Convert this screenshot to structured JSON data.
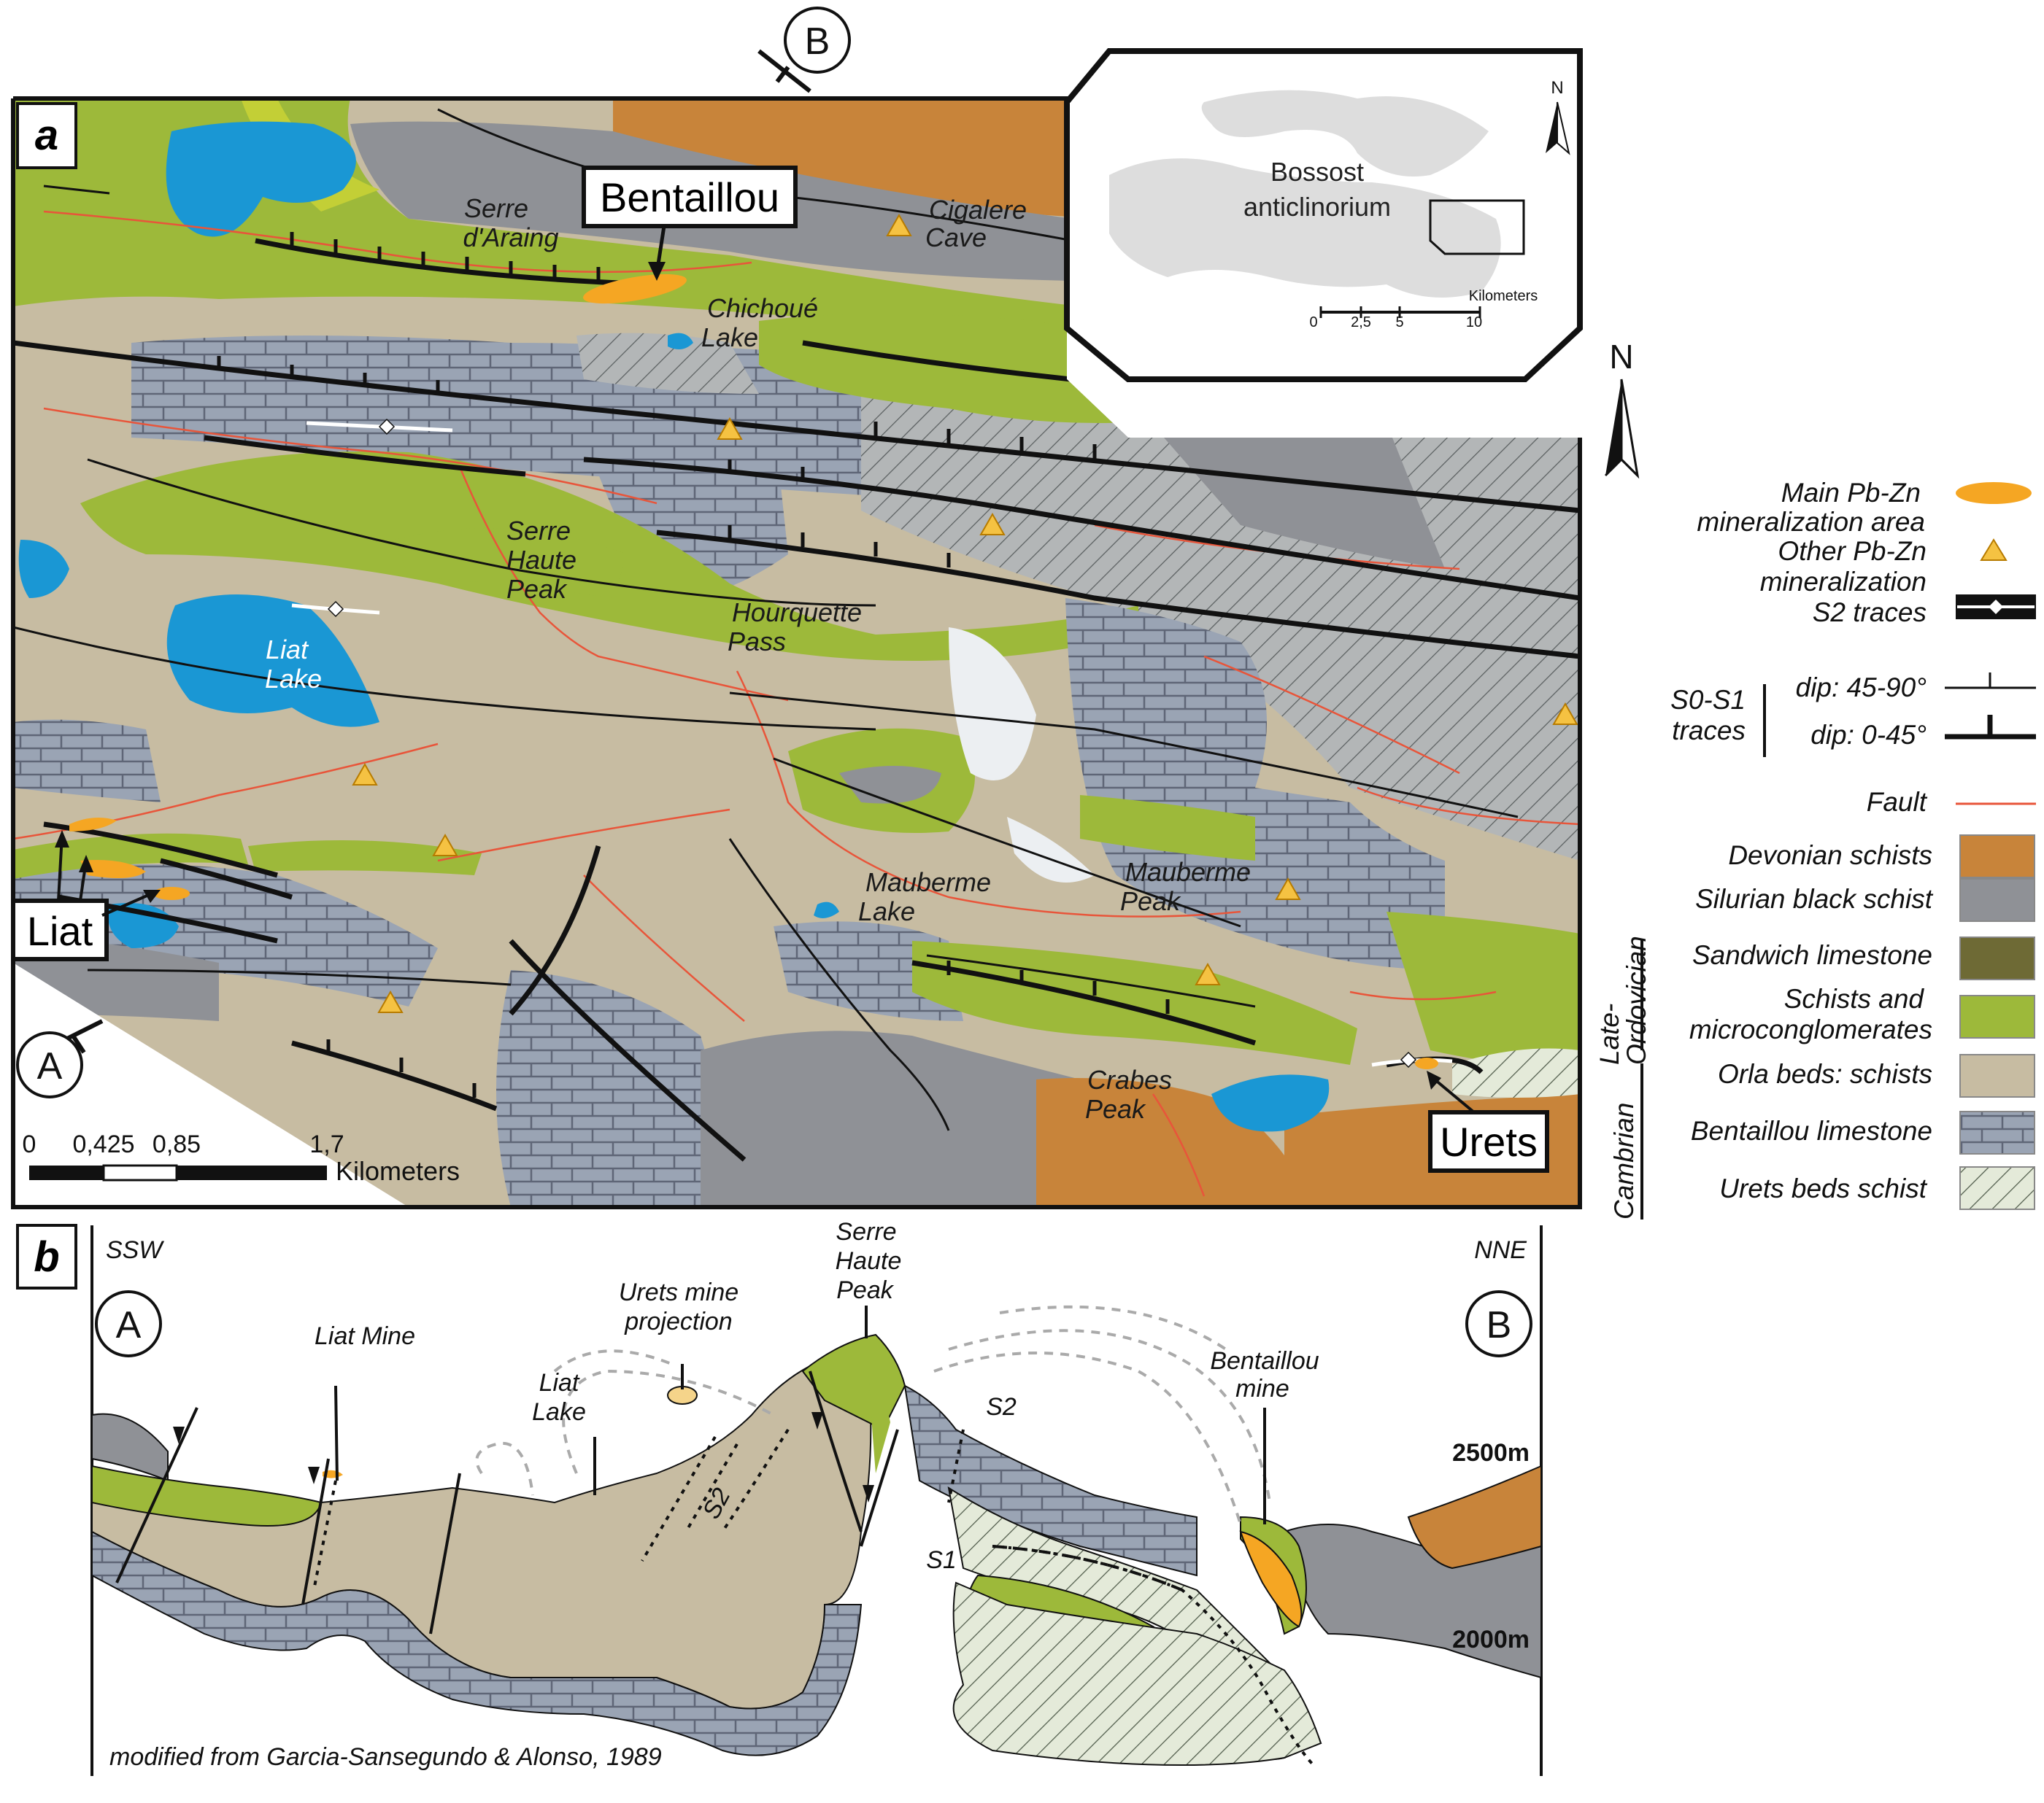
{
  "panel_a": {
    "panel_label": "a",
    "callouts": {
      "bentaillou": "Bentaillou",
      "liat": "Liat",
      "urets": "Urets"
    },
    "section_ends": {
      "a": "A",
      "b": "B"
    },
    "places": {
      "serre_araing": [
        "Serre",
        "d'Araing"
      ],
      "cigalere_cave": [
        "Cigalere",
        "Cave"
      ],
      "chichoue_lake": [
        "Chichoué",
        "Lake"
      ],
      "serre_haute_peak": [
        "Serre",
        "Haute",
        "Peak"
      ],
      "hourquette_pass": [
        "Hourquette",
        "Pass"
      ],
      "liat_lake": [
        "Liat",
        "Lake"
      ],
      "mauberme_lake": [
        "Mauberme",
        "Lake"
      ],
      "mauberme_peak": [
        "Mauberme",
        "Peak"
      ],
      "crabes_peak": [
        "Crabes",
        "Peak"
      ]
    },
    "scale_bar": {
      "ticks": [
        "0",
        "0,425",
        "0,85",
        "1,7"
      ],
      "unit": "Kilometers"
    },
    "north": "N",
    "inset": {
      "region_label": [
        "Bossost",
        "anticlinorium"
      ],
      "north": "N",
      "scale_unit": "Kilometers",
      "scale_ticks": [
        "0",
        "2,5",
        "5",
        "10"
      ]
    }
  },
  "legend": {
    "north": "N",
    "main_pbzn": [
      "Main Pb-Zn",
      "mineralization area"
    ],
    "other_pbzn": [
      "Other Pb-Zn",
      "mineralization"
    ],
    "s2_traces": "S2 traces",
    "s0s1": {
      "label": [
        "S0-S1",
        "traces"
      ],
      "steep": "dip: 45-90°",
      "shallow": "dip: 0-45°"
    },
    "fault": "Fault",
    "units": [
      {
        "label": [
          "Devonian schists"
        ],
        "color": "#c8843a"
      },
      {
        "label": [
          "Silurian black schist"
        ],
        "color": "#8f9196"
      },
      {
        "label": [
          "Sandwich limestone"
        ],
        "color": "#6e6a35"
      },
      {
        "label": [
          "Schists and",
          "microconglomerates"
        ],
        "color": "#9db93a"
      },
      {
        "label": [
          "Orla beds: schists"
        ],
        "color": "#c7bca2"
      },
      {
        "label": [
          "Bentaillou limestone"
        ],
        "color": "#9aa4b4"
      },
      {
        "label": [
          "Urets beds schist"
        ],
        "color": "#e4ead9"
      }
    ],
    "period_labels": {
      "late_ordovician": [
        "Late-",
        "Ordovician"
      ],
      "cambrian": "Cambrian"
    }
  },
  "panel_b": {
    "panel_label": "b",
    "left_dir": "SSW",
    "right_dir": "NNE",
    "end_a": "A",
    "end_b": "B",
    "labels": {
      "liat_mine": "Liat Mine",
      "liat_lake": [
        "Liat",
        "Lake"
      ],
      "urets_projection": [
        "Urets mine",
        "projection"
      ],
      "serre_haute_peak": [
        "Serre",
        "Haute",
        "Peak"
      ],
      "bentaillou_mine": [
        "Bentaillou",
        "mine"
      ],
      "s1": "S1",
      "s2_left": "S2",
      "s2_right": "S2"
    },
    "elevations": [
      "2500m",
      "2000m"
    ],
    "credit": "modified from Garcia-Sansegundo & Alonso, 1989"
  },
  "colors": {
    "devonian": "#c8843a",
    "silurian": "#8f9196",
    "sandwich": "#6e6a35",
    "schists": "#9db93a",
    "orla": "#c7bca2",
    "limestone": "#9aa4b4",
    "urets": "#e4ead9",
    "lake": "#1a97d4",
    "mineral": "#f5a623",
    "fault": "#e8553a"
  }
}
